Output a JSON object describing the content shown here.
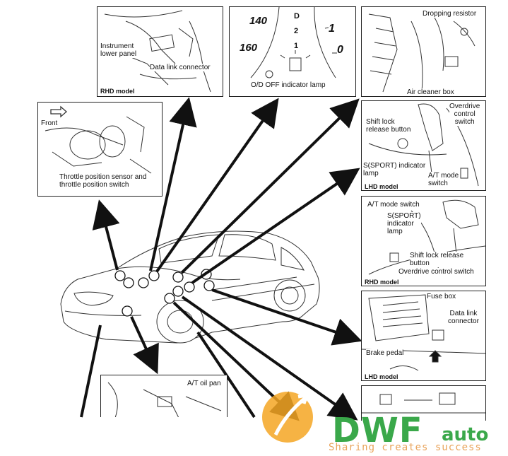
{
  "panels": {
    "rhd_lower": {
      "label_panel": "Instrument\nlower panel",
      "label_connector": "Data link connector",
      "model": "RHD model"
    },
    "meter": {
      "n140": "140",
      "n160": "160",
      "n1": "1",
      "n0": "0",
      "gear_d": "D",
      "gear_2": "2",
      "gear_1": "1",
      "label": "O/D OFF indicator lamp"
    },
    "engine_room": {
      "label_resistor": "Dropping resistor",
      "label_cleaner": "Air cleaner box"
    },
    "throttle": {
      "label_front": "Front",
      "label_sensor": "Throttle position sensor and\nthrottle position switch"
    },
    "lhd_shift": {
      "label_shiftlock": "Shift lock\nrelease button",
      "label_overdrive": "Overdrive\ncontrol\nswitch",
      "label_sport": "S(SPORT) indicator\nlamp",
      "label_mode": "A/T mode\nswitch",
      "model": "LHD model"
    },
    "rhd_shift": {
      "label_mode": "A/T mode switch",
      "label_sport": "S(SPORT)\nindicator\nlamp",
      "label_shiftlock": "Shift lock release\nbutton",
      "label_overdrive": "Overdrive control switch",
      "model": "RHD model"
    },
    "fuse": {
      "label_fuse": "Fuse box",
      "label_connector": "Data link\nconnector",
      "label_brake": "Brake pedal",
      "model": "LHD model"
    },
    "oilpan": {
      "label": "A/T oil pan"
    }
  },
  "watermark": {
    "brand_main": "DWF",
    "brand_suffix": "auto",
    "tagline": "Sharing creates success"
  },
  "colors": {
    "line": "#111111",
    "watermark_green": "#3aa84a",
    "watermark_orange": "#f5a623",
    "watermark_text": "#e9a35a"
  }
}
